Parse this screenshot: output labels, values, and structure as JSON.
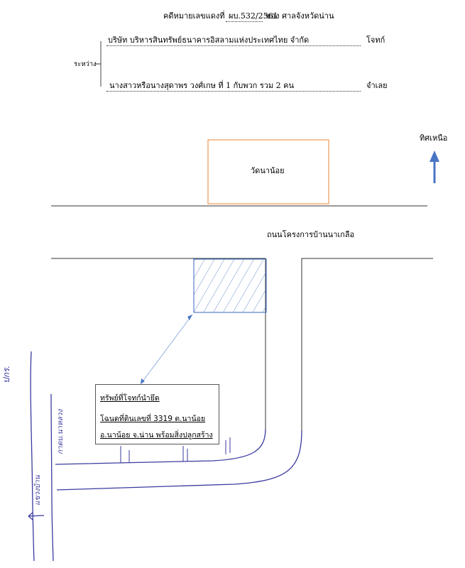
{
  "header": {
    "case_label": "คดีหมายเลขแดงที่",
    "case_number": "ผบ.532/2561",
    "court_label": "ของ ศาลจังหวัดน่าน",
    "between_label": "ระหว่าง",
    "plaintiff_name": "บริษัท บริหารสินทรัพย์ธนาคารอิสลามแห่งประเทศไทย จำกัด",
    "plaintiff_role": "โจทก์",
    "defendant_name": "นางสาวหรือนางสุดาพร วงศ์เกษ ที่ 1 กับพวก รวม 2 คน",
    "defendant_role": "จำเลย"
  },
  "map": {
    "north_label": "ทิศเหนือ",
    "temple_label": "วัดนาน้อย",
    "road_label": "ถนนโครงการบ้านนาเกลือ",
    "property_note": {
      "title": "ทรัพย์ที่โจทก์นำยึด",
      "line1": "โฉนดที่ดินเลขที่ 3319  ต.นาน้อย",
      "line2": "อ.นาน้อย  จ.น่าน พร้อมสิ่งปลูกสร้าง"
    },
    "hand_labels": {
      "left_vertical": "ปกร.",
      "road_vertical": "กาดบ.นาหลวง",
      "left_bottom": "แขวงบ้าน"
    },
    "colors": {
      "temple_border": "#f0a060",
      "parcel": "#4a74c4",
      "north_arrow": "#4a74c4",
      "handwriting": "#3a3aa0",
      "road": "#333333"
    }
  }
}
